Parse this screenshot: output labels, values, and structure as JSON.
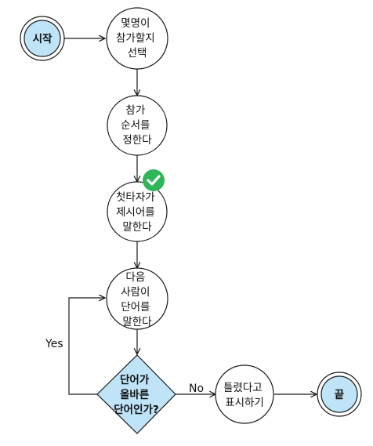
{
  "colors": {
    "terminal_fill": "#bfe3f7",
    "decision_fill": "#bfe3f7",
    "stroke": "#1a1a1a",
    "check": "#2fb55a"
  },
  "nodes": {
    "start": {
      "label": "시작"
    },
    "choose": {
      "lines": [
        "몇명이",
        "참가할지",
        "선택"
      ]
    },
    "order": {
      "lines": [
        "참가",
        "순서를",
        "정한다"
      ]
    },
    "first": {
      "lines": [
        "첫타자가",
        "제시어를",
        "말한다"
      ],
      "badge_icon": "check-circle-icon"
    },
    "next": {
      "lines": [
        "다음",
        "사람이",
        "단어를",
        "말한다"
      ]
    },
    "decision": {
      "lines": [
        "단어가",
        "올바른",
        "단어인가?"
      ]
    },
    "wrong": {
      "lines": [
        "틀렸다고",
        "표시하기"
      ]
    },
    "end": {
      "label": "끝"
    }
  },
  "edges": {
    "yes_label": "Yes",
    "no_label": "No"
  }
}
